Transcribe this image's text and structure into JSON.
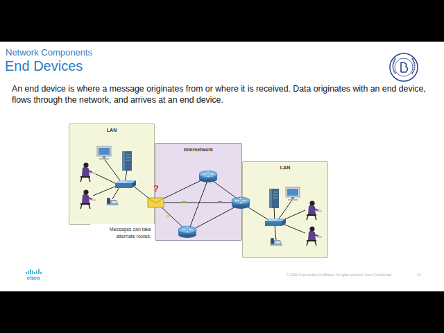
{
  "diagram": {
    "title": "End Devices",
    "nodes": [
      {
        "text": [
          "LAN"
        ]
      },
      {
        "text": [
          "Internetwork"
        ]
      },
      {
        "text": [
          "LAN"
        ]
      }
    ],
    "labels": [
      "Network Components",
      "An end device is where a message originates from or where it is received. Data originates with an end device, flows through the network, and arrives at an end device.",
      "?",
      "Messages can take alternate routes.",
      "cisco",
      "© 2016 Cisco and/or its affiliates. All rights reserved. Cisco Confidential",
      "10"
    ]
  }
}
